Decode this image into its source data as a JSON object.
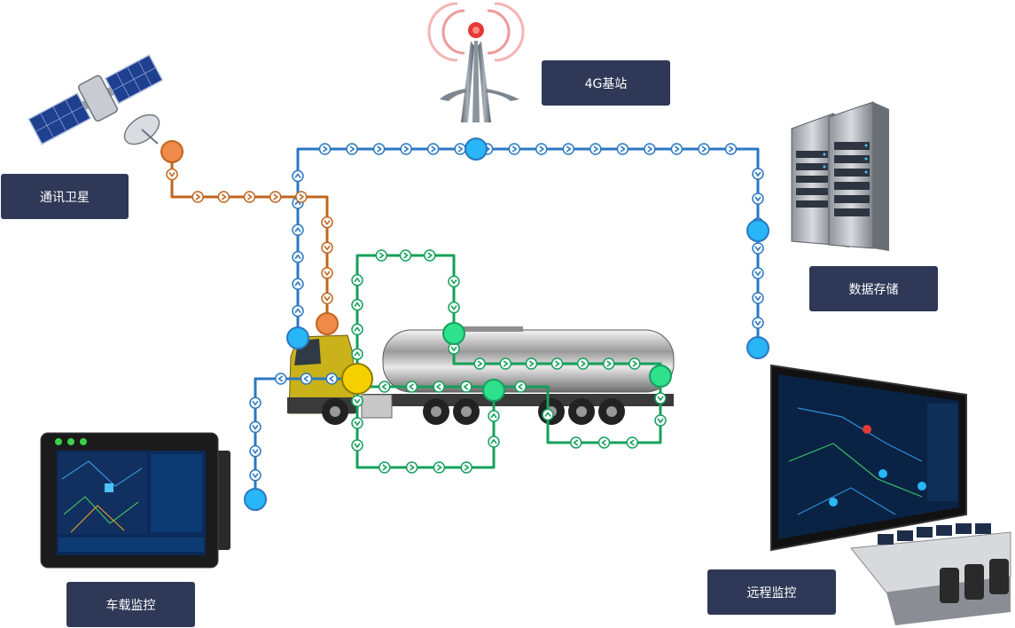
{
  "labels": {
    "satellite": "通讯卫星",
    "tower": "4G基站",
    "storage": "数据存储",
    "vehicle": "车载监控",
    "remote": "远程监控"
  },
  "colors": {
    "label_bg": "#2f3957",
    "blue_line": "#2a78c2",
    "blue_node": "#29b6f6",
    "orange_line": "#c0651f",
    "orange_node": "#f08a4b",
    "green_line": "#14a05a",
    "green_node": "#2fe08c",
    "hub": "#f5d000"
  },
  "icons": [
    "satellite-icon",
    "cell-tower-icon",
    "server-rack-icon",
    "tanker-truck-icon",
    "vehicle-tablet-icon",
    "control-room-icon"
  ]
}
